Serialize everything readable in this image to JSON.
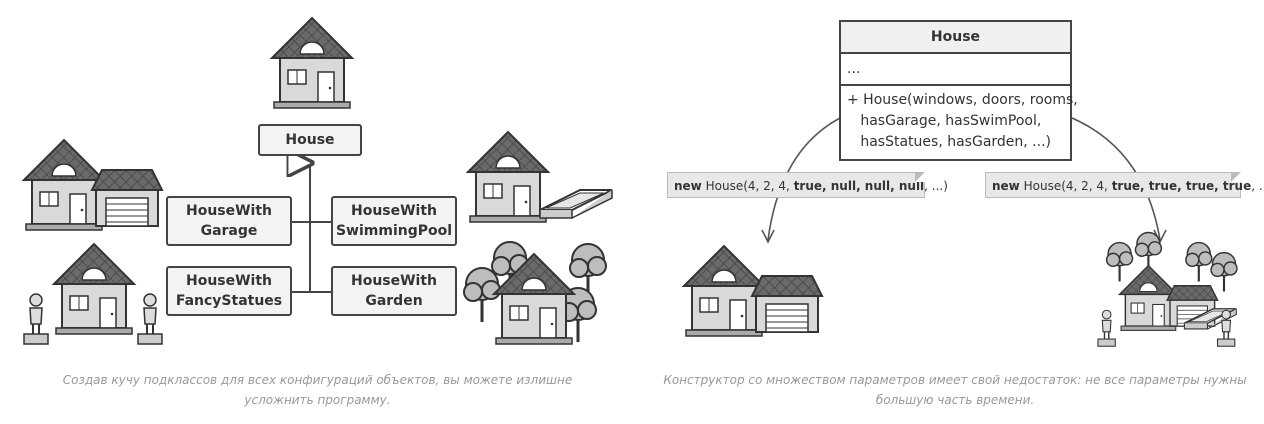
{
  "left": {
    "base_class": "House",
    "subclasses": [
      {
        "line1": "HouseWith",
        "line2": "Garage"
      },
      {
        "line1": "HouseWith",
        "line2": "SwimmingPool"
      },
      {
        "line1": "HouseWith",
        "line2": "FancyStatues"
      },
      {
        "line1": "HouseWith",
        "line2": "Garden"
      }
    ],
    "caption_line1": "Создав кучу подклассов для всех конфигураций объектов, вы можете излишне",
    "caption_line2": "усложнить программу."
  },
  "right": {
    "class_name": "House",
    "fields": "...",
    "method": "+ House(windows, doors, rooms,\n   hasGarage, hasSwimPool,\n   hasStatues, hasGarden, ...)",
    "call_left": {
      "keyword": "new",
      "prefix": " House(4, 2, 4, ",
      "args": "true, null, null, null",
      "suffix": ", ...)"
    },
    "call_right": {
      "keyword": "new",
      "prefix": " House(4, 2, 4, ",
      "args": "true, true, true, true",
      "suffix": ", ...)"
    },
    "caption_line1": "Конструктор со множеством параметров имеет свой недостаток: не все параметры нужны",
    "caption_line2": "большую часть времени."
  },
  "colors": {
    "stroke": "#444444",
    "wall": "#d9d9d9",
    "roof": "#666666",
    "tree": "#bdbdbd"
  }
}
